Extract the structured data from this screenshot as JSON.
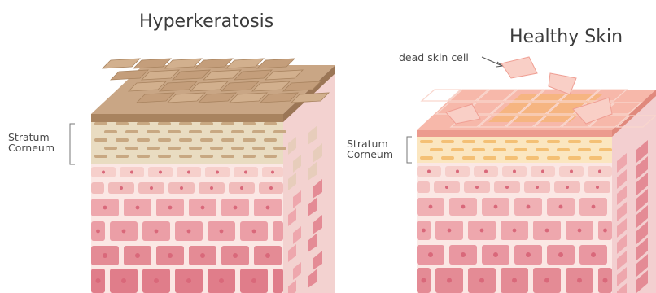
{
  "titles": {
    "left": "Hyperkeratosis",
    "right": "Healthy Skin"
  },
  "labels": {
    "stratum_corneum_left": [
      "Stratum",
      "Corneum"
    ],
    "stratum_corneum_right": [
      "Stratum",
      "Corneum"
    ],
    "dead_skin_cell": "dead skin cell"
  },
  "colors": {
    "thick_scale_top": "#c9a685",
    "thick_scale_side": "#a8835f",
    "corneum_band_left": "#e9dcc1",
    "corneum_dash_left": "#c8a882",
    "corneum_band_right": "#fbe6c0",
    "corneum_dash_right": "#f4c075",
    "healthy_surface": "#f7b8aa",
    "healthy_surface_highlight": "#f6b25e",
    "dead_cell_flake": "#f9cfc6",
    "cell_pale": "#f6cfcb",
    "cell_mid": "#eea7ad",
    "cell_deep": "#e48b95",
    "nucleus": "#d9687a",
    "tissue_background": "#fbe7e4",
    "text": "#3c3c3c"
  }
}
